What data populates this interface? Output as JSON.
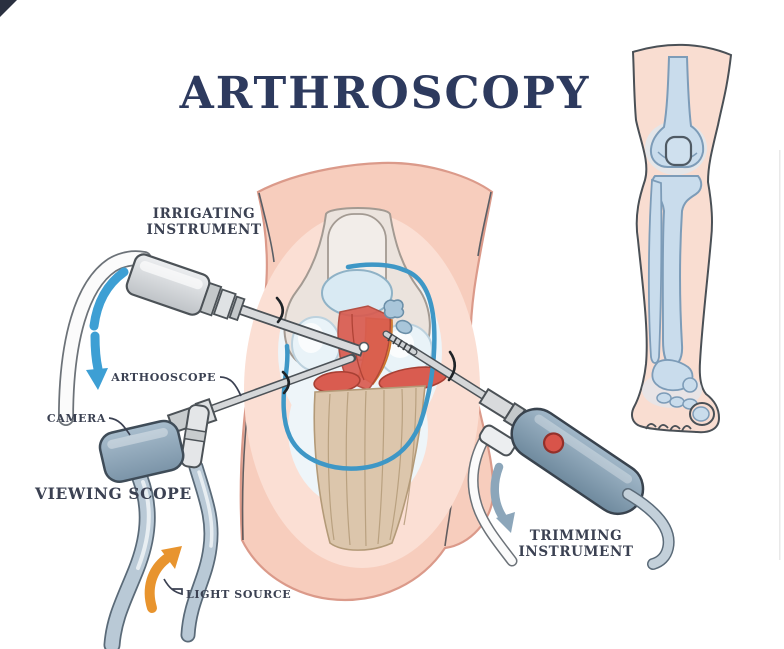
{
  "title": "ARTHROSCOPY",
  "labels": {
    "irrigating_line1": "IRRIGATING",
    "irrigating_line2": "INSTRUMENT",
    "arthroscope": "ARTHOOSCOPE",
    "camera": "CAMERA",
    "viewing_scope": "VIEWING SCOPE",
    "light_source": "LIGHT SOURCE",
    "trimming_line1": "TRIMMING",
    "trimming_line2": "INSTRUMENT"
  },
  "icons": {
    "irrigation_flow_arrow": "blue curved arrow pointing down along irrigation tube",
    "light_source_arrow": "orange curved arrow pointing up toward scope cables",
    "trimmer_motion_arrow": "gray-blue curved arrow pointing down beside trimming instrument"
  },
  "colors": {
    "title_navy": "#2d3a5e",
    "label_dark": "#3b4152",
    "knee_skin": "#f7cdbd",
    "knee_skin_inner": "#fbdfd4",
    "leg_skin": "#f9ddd1",
    "bone_beige": "#ebe3dd",
    "bone_blue": "#c9dcec",
    "cartilage_blue": "#e9f3f8",
    "ligament_red": "#d95c50",
    "ligament_orange": "#e89340",
    "tendon_tan": "#dcc6ac",
    "capsule_line_blue": "#3e97c6",
    "instrument_silver": "#d5d7d9",
    "device_blue_gray": "#8aa3b8",
    "arrow_blue": "#3d9fd4",
    "arrow_orange": "#e8942e",
    "arrow_gray_blue": "#8ca6ba",
    "button_red": "#d8544a"
  }
}
